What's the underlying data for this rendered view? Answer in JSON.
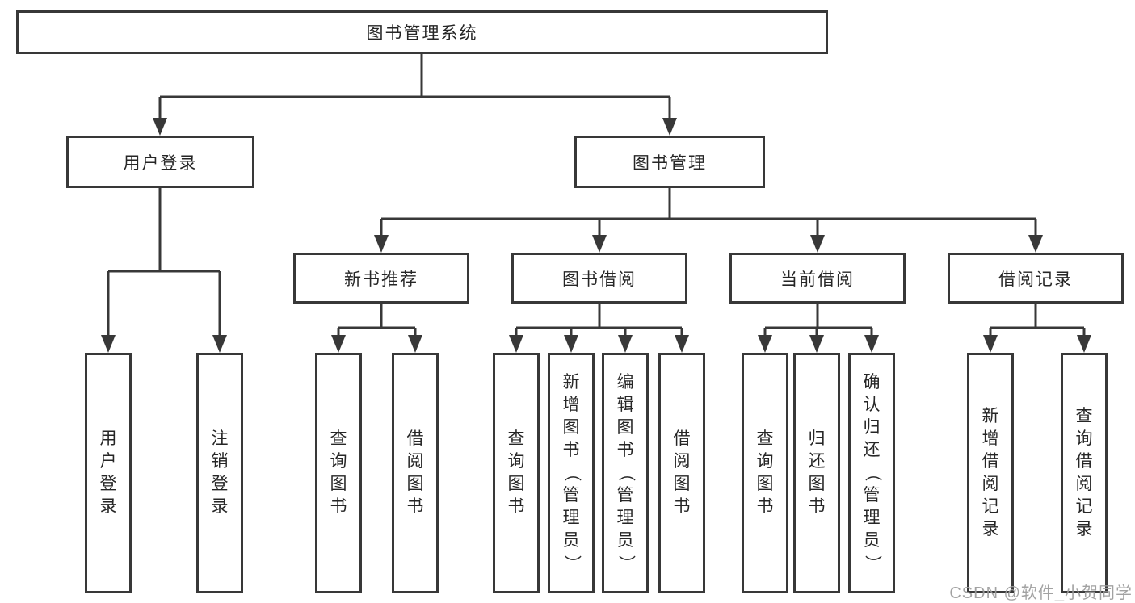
{
  "nodes": {
    "root": {
      "label": "图书管理系统"
    },
    "level2": [
      {
        "label": "用户登录"
      },
      {
        "label": "图书管理"
      }
    ],
    "level3": [
      {
        "label": "新书推荐"
      },
      {
        "label": "图书借阅"
      },
      {
        "label": "当前借阅"
      },
      {
        "label": "借阅记录"
      }
    ],
    "level4": {
      "g1": [
        {
          "label": "用户登录"
        },
        {
          "label": "注销登录"
        }
      ],
      "g2": [
        {
          "label": "查询图书"
        },
        {
          "label": "借阅图书"
        }
      ],
      "g3": [
        {
          "label": "查询图书"
        },
        {
          "label": "新增图书（管理员）"
        },
        {
          "label": "编辑图书（管理员）"
        },
        {
          "label": "借阅图书"
        }
      ],
      "g4": [
        {
          "label": "查询图书"
        },
        {
          "label": "归还图书"
        },
        {
          "label": "确认归还（管理员）"
        }
      ],
      "g5": [
        {
          "label": "新增借阅记录"
        },
        {
          "label": "查询借阅记录"
        }
      ]
    }
  },
  "watermark": {
    "text": "CSDN @软件_小贺同学"
  },
  "colors": {
    "line": "#383838",
    "text": "#262626",
    "background": "#ffffff",
    "watermark": "#9b9b9b"
  }
}
